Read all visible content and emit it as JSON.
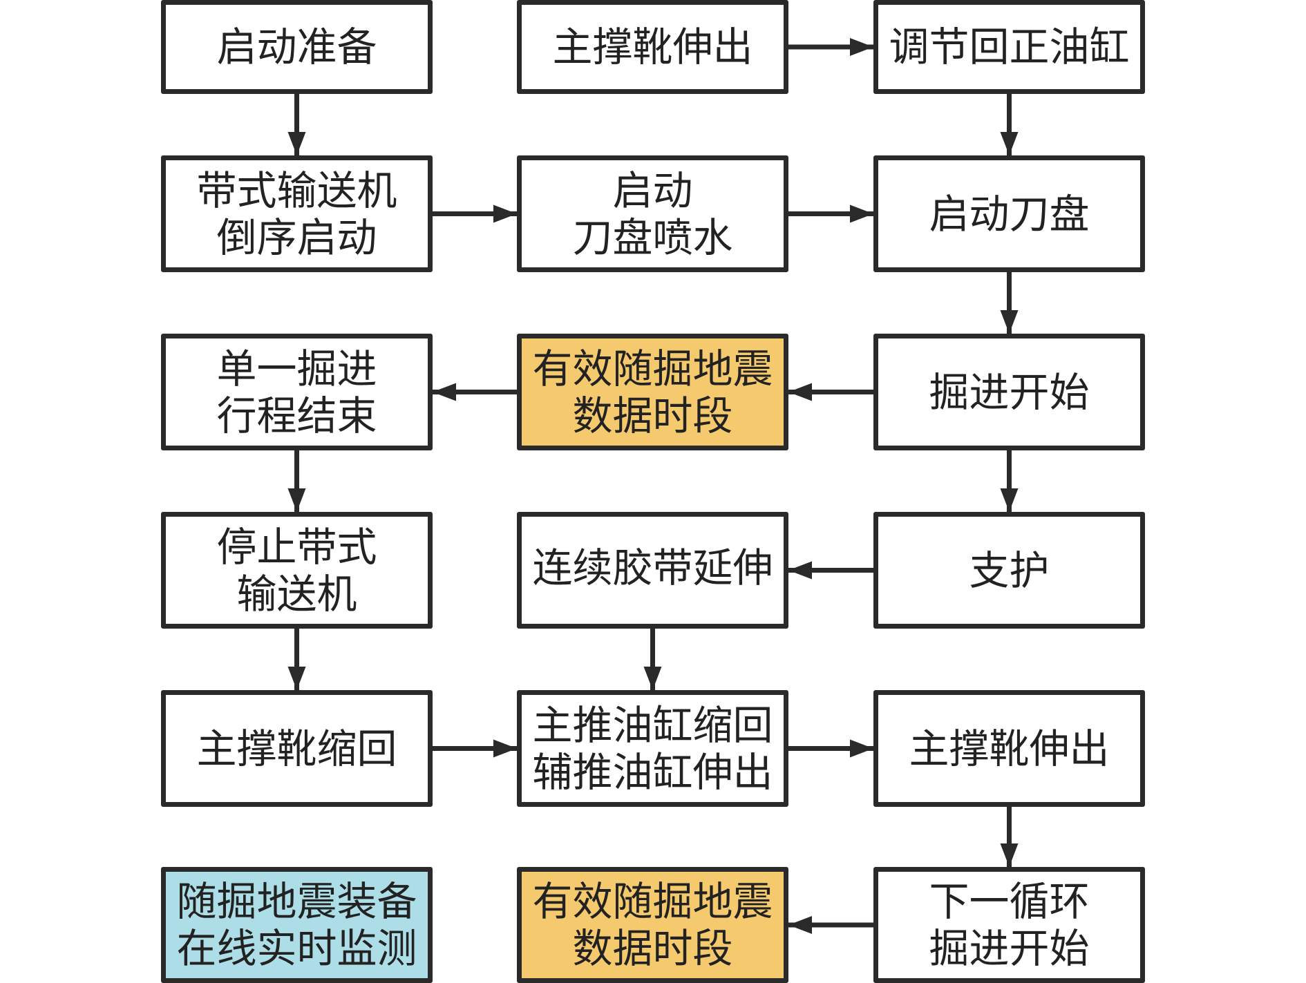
{
  "diagram": {
    "type": "flowchart",
    "colors": {
      "default_fill": "#ffffff",
      "highlight_fill": "#f5c96e",
      "legend_fill": "#addde6",
      "stroke": "#2a2a2a"
    },
    "nodes": [
      {
        "id": "n1",
        "label": "启动准备",
        "style": "default"
      },
      {
        "id": "n2",
        "label": "主撑靴伸出",
        "style": "default"
      },
      {
        "id": "n3",
        "label": "调节回正油缸",
        "style": "default"
      },
      {
        "id": "n4",
        "label": "带式输送机\n倒序启动",
        "style": "default"
      },
      {
        "id": "n5",
        "label": "启动\n刀盘喷水",
        "style": "default"
      },
      {
        "id": "n6",
        "label": "启动刀盘",
        "style": "default"
      },
      {
        "id": "n7",
        "label": "单一掘进\n行程结束",
        "style": "default"
      },
      {
        "id": "n8",
        "label": "有效随掘地震\n数据时段",
        "style": "highlight"
      },
      {
        "id": "n9",
        "label": "掘进开始",
        "style": "default"
      },
      {
        "id": "n10",
        "label": "停止带式\n输送机",
        "style": "default"
      },
      {
        "id": "n11",
        "label": "连续胶带延伸",
        "style": "default"
      },
      {
        "id": "n12",
        "label": "支护",
        "style": "default"
      },
      {
        "id": "n13",
        "label": "主撑靴缩回",
        "style": "default"
      },
      {
        "id": "n14",
        "label": "主推油缸缩回\n辅推油缸伸出",
        "style": "default"
      },
      {
        "id": "n15",
        "label": "主撑靴伸出",
        "style": "default"
      },
      {
        "id": "n16",
        "label": "随掘地震装备\n在线实时监测",
        "style": "legend"
      },
      {
        "id": "n17",
        "label": "有效随掘地震\n数据时段",
        "style": "highlight"
      },
      {
        "id": "n18",
        "label": "下一循环\n掘进开始",
        "style": "default"
      }
    ],
    "edges": [
      {
        "from": "n1",
        "to": "n4"
      },
      {
        "from": "n4",
        "to": "n5"
      },
      {
        "from": "n5",
        "to": "n6"
      },
      {
        "from": "n2",
        "to": "n3"
      },
      {
        "from": "n3",
        "to": "n6"
      },
      {
        "from": "n6",
        "to": "n9"
      },
      {
        "from": "n9",
        "to": "n8"
      },
      {
        "from": "n8",
        "to": "n7"
      },
      {
        "from": "n9",
        "to": "n12"
      },
      {
        "from": "n12",
        "to": "n11"
      },
      {
        "from": "n7",
        "to": "n10"
      },
      {
        "from": "n10",
        "to": "n13"
      },
      {
        "from": "n11",
        "to": "n14"
      },
      {
        "from": "n13",
        "to": "n14"
      },
      {
        "from": "n14",
        "to": "n15"
      },
      {
        "from": "n15",
        "to": "n18"
      },
      {
        "from": "n18",
        "to": "n17"
      }
    ]
  }
}
